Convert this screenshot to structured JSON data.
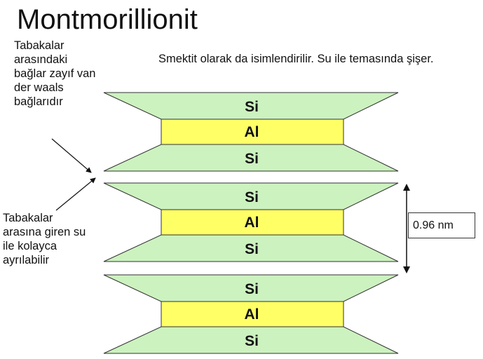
{
  "title": "Montmorillionit",
  "subtitle": "Smektit olarak da isimlendirilir. Su ile temasında şişer.",
  "note_top": "Tabakalar arasındaki bağlar zayıf van der waals bağlarıdır",
  "note_bottom": "Tabakalar arasına giren su ile kolayca ayrılabilir",
  "scale_label": "0.96 nm",
  "colors": {
    "tetrahedral": "#ccf2bf",
    "octahedral": "#ffff66",
    "outline": "#333333"
  },
  "units": [
    {
      "top": "Si",
      "middle": "Al",
      "bottom": "Si"
    },
    {
      "top": "Si",
      "middle": "Al",
      "bottom": "Si"
    },
    {
      "top": "Si",
      "middle": "Al",
      "bottom": "Si"
    }
  ]
}
